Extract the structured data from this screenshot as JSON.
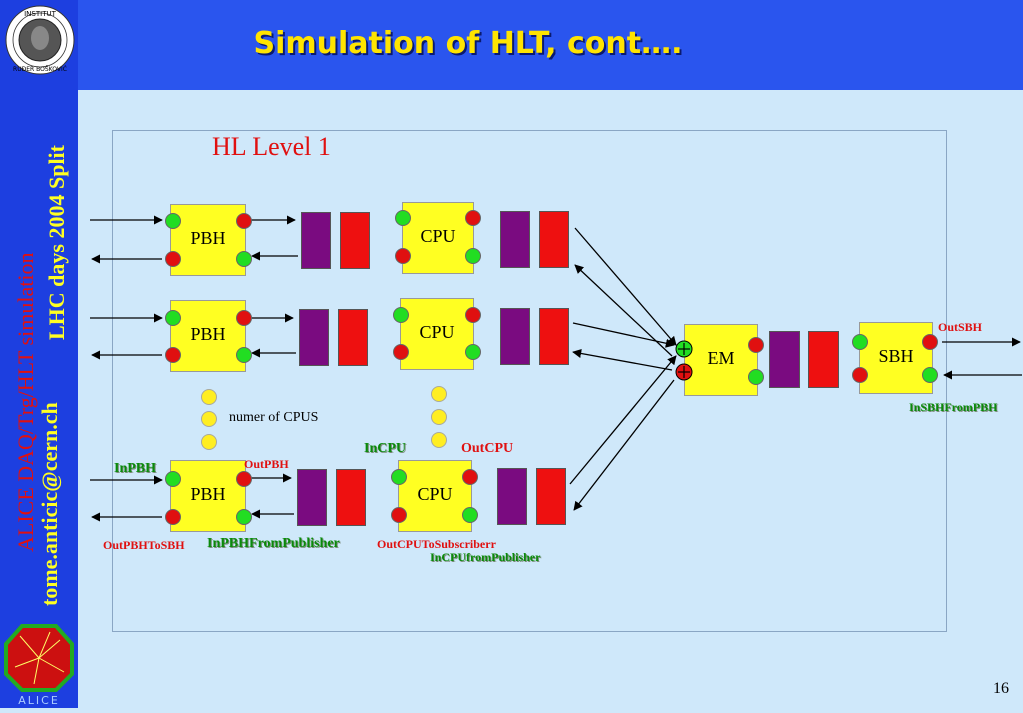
{
  "header": {
    "title": "Simulation of  HLT, cont…."
  },
  "sidebar": {
    "institute_logo_text": "INSTITUT RUĐER BOŠKOVIĆ",
    "line1": "ALICE DAQ/Trg/HLT simulation",
    "line2": "tome.anticic@cern.ch",
    "line3": "LHC days 2004 Split",
    "alice_logo_text": "ALICE"
  },
  "diagram": {
    "title": "HL Level 1",
    "pbh_label": "PBH",
    "cpu_label": "CPU",
    "em_label": "EM",
    "sbh_label": "SBH",
    "numer_label": "numer of CPUS",
    "labels": {
      "inpbh": "InPBH",
      "outpbh": "OutPBH",
      "outpbhtosbh": "OutPBHToSBH",
      "inpbhfrompublisher": "InPBHFromPublisher",
      "incpu": "InCPU",
      "outcpu": "OutCPU",
      "outcputosubscriber": "OutCPUToSubscriberr",
      "incpufrompublisher": "InCPUfromPublisher",
      "outsbh": "OutSBH",
      "insbhfrompbh": "InSBHFromPBH"
    },
    "colors": {
      "buffer_purple": "#7a0b80",
      "buffer_red": "#ee1010",
      "node_yellow": "#ffff22"
    }
  },
  "footer": {
    "page_number": "16"
  }
}
